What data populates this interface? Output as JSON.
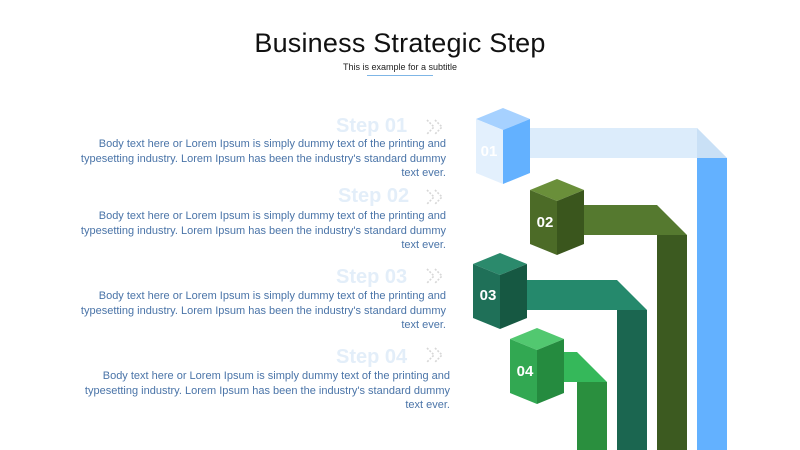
{
  "title": "Business Strategic Step",
  "subtitle": "This is example   for a subtitle",
  "steps": [
    {
      "heading": "Step 01",
      "number": "01",
      "body": "Body text here or Lorem Ipsum is simply dummy text of the printing and typesetting industry. Lorem Ipsum has been the industry's standard dummy text ever.",
      "color": "#63b1ff"
    },
    {
      "heading": "Step 02",
      "number": "02",
      "body": "Body text here or Lorem Ipsum is simply dummy text of the printing and typesetting industry. Lorem Ipsum has been the industry's standard dummy text ever.",
      "color": "#4a6b28"
    },
    {
      "heading": "Step 03",
      "number": "03",
      "body": "Body text here or Lorem Ipsum is simply dummy text of the printing and typesetting industry. Lorem Ipsum has been the industry's standard dummy text ever.",
      "color": "#1d6e57"
    },
    {
      "heading": "Step 04",
      "number": "04",
      "body": "Body text here or Lorem Ipsum is simply dummy text of the printing and typesetting industry. Lorem Ipsum has been the industry's standard dummy text ever.",
      "color": "#2f9e44"
    }
  ]
}
